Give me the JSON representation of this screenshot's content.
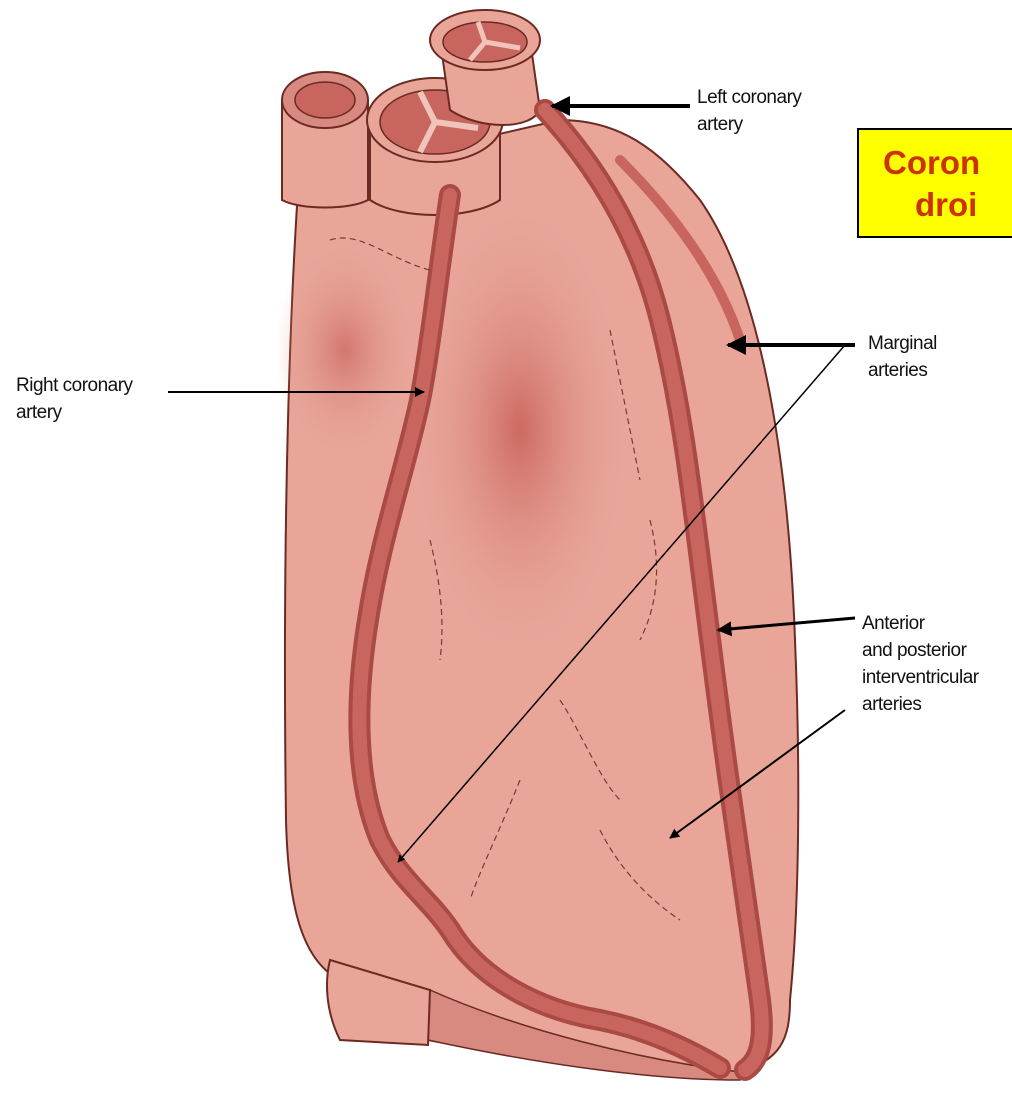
{
  "colors": {
    "heart_fill": "#e8a598",
    "heart_shade": "#cc6f66",
    "vessel": "#c8655e",
    "vessel_dark": "#a94a45",
    "outline": "#6b2a22",
    "title_bg": "#ffff00",
    "title_text": "#cc3300"
  },
  "title": {
    "line1": "Coron",
    "line2": "droi"
  },
  "labels": {
    "left_coronary": "Left coronary\nartery",
    "right_coronary": "Right coronary\nartery",
    "marginal": "Marginal\narteries",
    "interventricular": "Anterior\nand posterior\ninterventricular\narteries"
  }
}
